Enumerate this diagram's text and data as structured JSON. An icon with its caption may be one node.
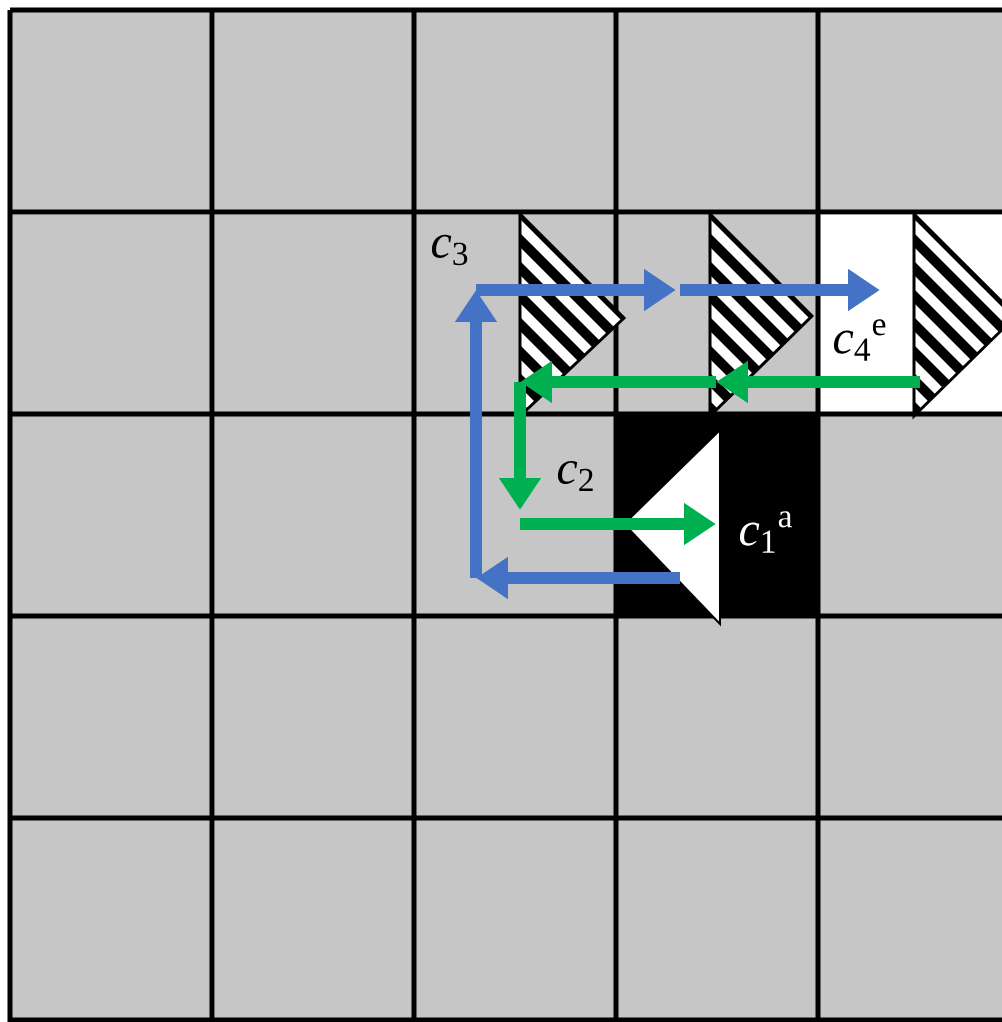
{
  "diagram": {
    "labels": [
      "*c*$_{3}$",
      "*c*$_{4}$$^{e}$",
      "*c*$_{2}$",
      "*c*$_{1}$$^{a}$"
    ]
  }
}
